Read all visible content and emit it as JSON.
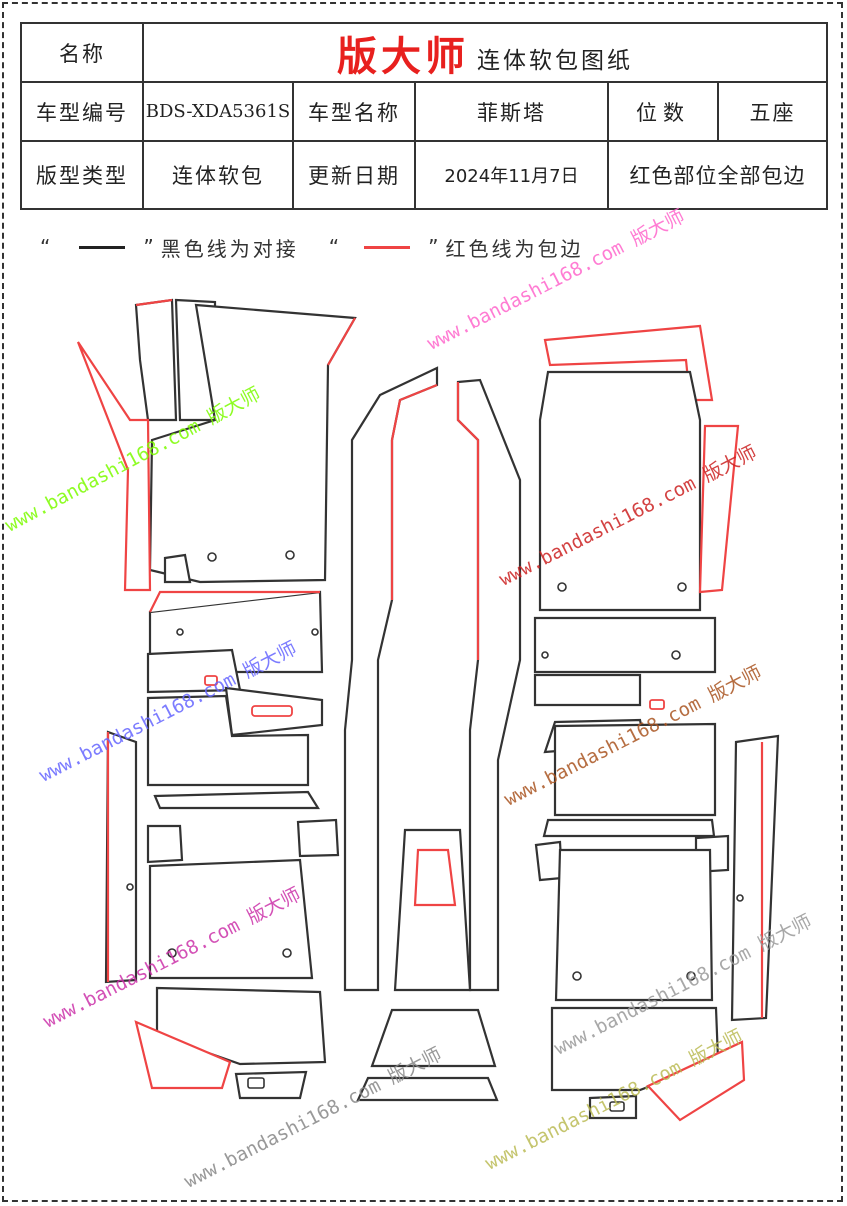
{
  "header": {
    "name_label": "名称",
    "brand": "版大师",
    "brand_subtitle": "连体软包图纸",
    "model_code_label": "车型编号",
    "model_code": "BDS-XDA5361S",
    "model_name_label": "车型名称",
    "model_name": "菲斯塔",
    "seats_label": "位数",
    "seats": "五座",
    "pattern_type_label": "版型类型",
    "pattern_type": "连体软包",
    "update_label": "更新日期",
    "update_date": "2024年11月7日",
    "note": "红色部位全部包边"
  },
  "legend": {
    "quote_open": "“",
    "quote_close": "”",
    "black_text": "黑色线为对接",
    "red_text": "红色线为包边",
    "black_color": "#222222",
    "red_color": "#ef4444"
  },
  "watermark": {
    "text": "www.bandashi168.com 版大师",
    "colors": [
      "#7cfc00",
      "#ff66cc",
      "#cc2222",
      "#aa5522",
      "#6666ff",
      "#cc33aa",
      "#888888",
      "#bbbb55",
      "#999999"
    ]
  }
}
